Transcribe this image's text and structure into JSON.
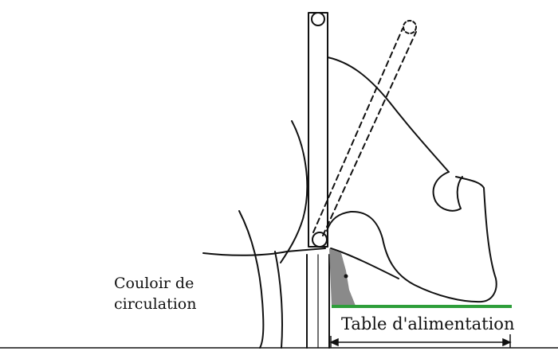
{
  "labels": {
    "corridor_line1": "Couloir de",
    "corridor_line2": "circulation",
    "feeding_table": "Table d'alimentation"
  },
  "colors": {
    "line": "#111111",
    "feeding_table": "#2e9e3a",
    "trough_wall": "#8a8a8a"
  }
}
